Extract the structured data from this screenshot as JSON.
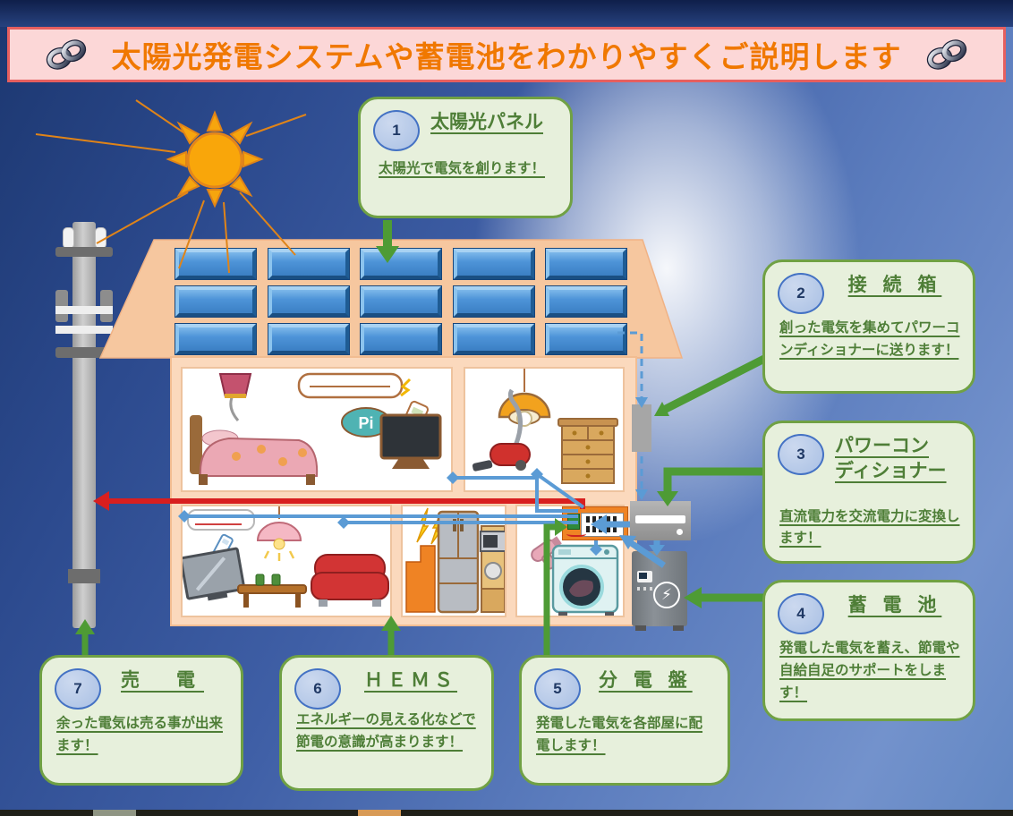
{
  "header": {
    "title": "太陽光発電システムや蓄電池をわかりやすくご説明します"
  },
  "scene": {
    "pi_bubble": "Pi"
  },
  "callouts": [
    {
      "number": "1",
      "title": "太陽光パネル",
      "title2": "",
      "body": "太陽光で電気を創ります！"
    },
    {
      "number": "2",
      "title": "接 続 箱",
      "title2": "",
      "body": "創った電気を集めてパワーコンディショナーに送ります！"
    },
    {
      "number": "3",
      "title": "パワーコン",
      "title2": "ディショナー",
      "body": "直流電力を交流電力に変換します！"
    },
    {
      "number": "4",
      "title": "蓄 電 池",
      "title2": "",
      "body": "発電した電気を蓄え、節電や自給自足のサポートをします！"
    },
    {
      "number": "5",
      "title": "分 電 盤",
      "title2": "",
      "body": "発電した電気を各部屋に配電します！"
    },
    {
      "number": "6",
      "title": "ＨＥＭＳ",
      "title2": "",
      "body": "エネルギーの見える化などで節電の意識が高まります！"
    },
    {
      "number": "7",
      "title": "売　電",
      "title2": "",
      "body": "余った電気は売る事が出来ます！"
    }
  ],
  "colors": {
    "header_band_bg": "#fcd7d7",
    "header_band_border": "#e65f5f",
    "header_title": "#f07800",
    "callout_bg": "#e7f0dc",
    "callout_border": "#70a144",
    "callout_text": "#4e7e37",
    "number_circle_fill": "#a9c0e4",
    "number_circle_border": "#4472c4",
    "arrow_green": "#4e9b35",
    "power_line_red": "#d81f1f",
    "wire_blue": "#5b9bd5",
    "roof_peach": "#f6c79f",
    "panel_blue": "#4e94d8"
  }
}
